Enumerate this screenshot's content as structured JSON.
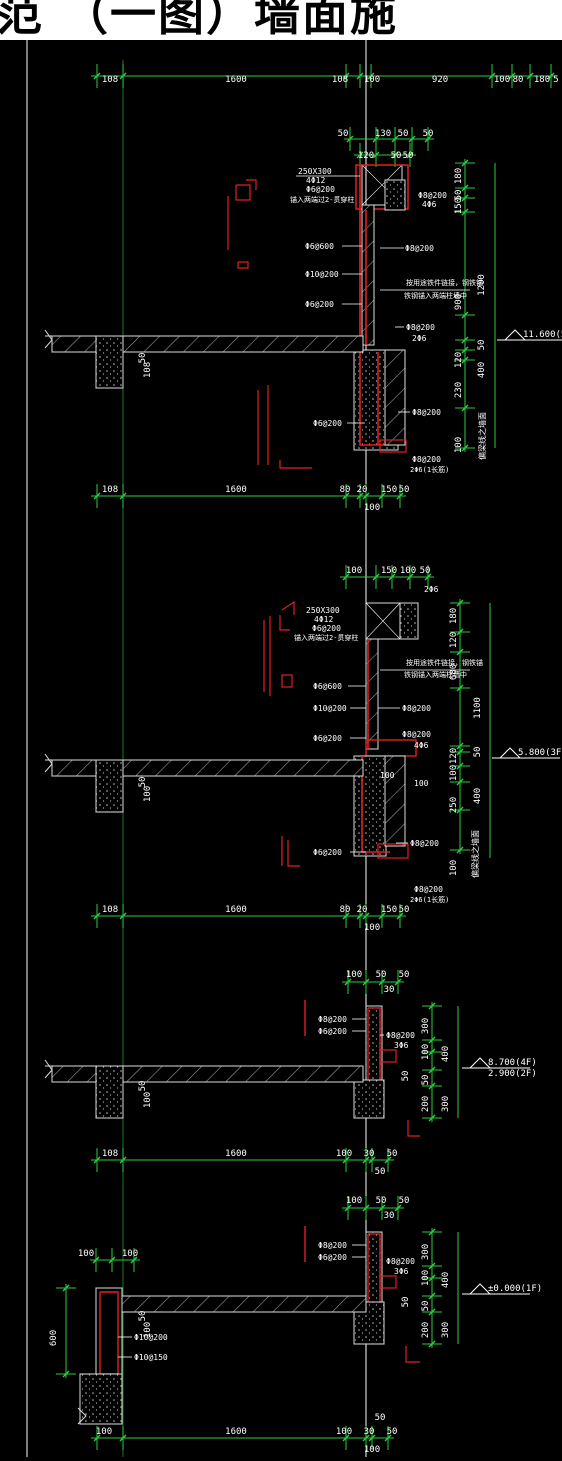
{
  "header": {
    "title_fragment": "范 （一图）墙面施"
  },
  "colors": {
    "dimension": "#2ecc40",
    "leader": "#ffffff",
    "rebar": "#e02020",
    "concrete": "#dddddd",
    "background": "#000000",
    "hatch": "#9a9a9a"
  },
  "section_1": {
    "top_dims": [
      "108",
      "1600",
      "108",
      "100",
      "920",
      "100",
      "80",
      "180",
      "5"
    ],
    "upper_dims": [
      "50",
      "130",
      "50",
      "50"
    ],
    "upper_dims2": [
      "120",
      "50",
      "50"
    ],
    "notes": [
      "250X300",
      "4Φ12",
      "Φ6@200",
      "锚入两端过2-贯穿柱"
    ],
    "labels": [
      "Φ8@200",
      "4Φ6",
      "Φ6@600",
      "Φ8@200",
      "Φ10@200",
      "Φ6@200",
      "按用途铁件链接，钢铁锚",
      "铁钢锚入两端柱墙中",
      "Φ8@200",
      "2Φ6",
      "Φ6@200",
      "Φ8@200",
      "Φ8@200",
      "2Φ6(1长筋)"
    ],
    "right_dims": [
      "180",
      "50",
      "150",
      "1200",
      "900",
      "50",
      "120",
      "400",
      "230",
      "100"
    ],
    "vertical_note": "偏梁线之墙面",
    "elevation": "11.600(5",
    "slab_dims": [
      "50",
      "108"
    ],
    "bottom_dims": [
      "108",
      "1600",
      "80",
      "20",
      "150",
      "50",
      "100"
    ]
  },
  "section_2": {
    "upper_dims": [
      "100",
      "150",
      "100",
      "50"
    ],
    "label_2phi6": "2Φ6",
    "notes": [
      "250X300",
      "4Φ12",
      "Φ6@200",
      "锚入两端过2-贯穿柱"
    ],
    "labels": [
      "按用途铁件链接，钢铁锚",
      "铁钢锚入两端柱墙中",
      "Φ6@600",
      "Φ10@200",
      "Φ8@200",
      "Φ6@200",
      "Φ8@200",
      "4Φ6",
      "Φ6@200",
      "Φ8@200",
      "Φ8@200",
      "2Φ6(1长筋)"
    ],
    "right_dims": [
      "180",
      "120",
      "680",
      "1100",
      "50",
      "120",
      "100",
      "400",
      "250",
      "100"
    ],
    "vertical_note": "偏梁线之墙面",
    "elevation": "5.800(3F)",
    "small_dims": [
      "100",
      "100",
      "100"
    ],
    "slab_dims": [
      "50",
      "100"
    ],
    "bottom_dims": [
      "108",
      "1600",
      "80",
      "20",
      "150",
      "50",
      "100"
    ]
  },
  "section_3": {
    "upper_dims": [
      "100",
      "50",
      "50",
      "30"
    ],
    "labels": [
      "Φ8@200",
      "Φ6@200",
      "Φ8@200",
      "3Φ6"
    ],
    "right_dims": [
      "300",
      "100",
      "400",
      "50",
      "50",
      "200",
      "300"
    ],
    "elevations": [
      "8.700(4F)",
      "2.900(2F)"
    ],
    "slab_dims": [
      "50",
      "100"
    ],
    "bottom_dims": [
      "108",
      "1600",
      "100",
      "30",
      "50",
      "50"
    ]
  },
  "section_4": {
    "upper_dims": [
      "100",
      "50",
      "50",
      "30"
    ],
    "left_dims": [
      "100",
      "100"
    ],
    "labels": [
      "Φ8@200",
      "Φ6@200",
      "Φ8@200",
      "3Φ6",
      "Φ10@200",
      "Φ10@150"
    ],
    "right_dims": [
      "300",
      "100",
      "400",
      "50",
      "50",
      "200",
      "300"
    ],
    "elevation": "±0.000(1F)",
    "height_dim": "600",
    "slab_dims": [
      "50",
      "100"
    ],
    "bottom_dims": [
      "100",
      "1600",
      "100",
      "30",
      "50",
      "50",
      "100"
    ]
  }
}
